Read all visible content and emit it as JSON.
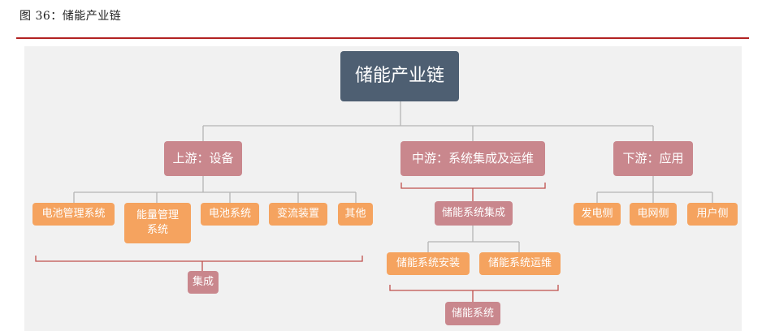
{
  "caption": "图 36：储能产业链",
  "colors": {
    "root": "#4e5f72",
    "category": "#c9878d",
    "leaf": "#f5a35f",
    "connector": "#b5b5b5",
    "bracket": "#c0504d",
    "caption_rule": "#b22222"
  },
  "diagram": {
    "root": "储能产业链",
    "upstream": {
      "title": "上游：设备",
      "items": [
        "电池管理系统",
        "能量管理系统",
        "电池系统",
        "变流装置",
        "其他"
      ],
      "group": "集成"
    },
    "midstream": {
      "title": "中游：系统集成及运维",
      "integration": "储能系统集成",
      "items": [
        "储能系统安装",
        "储能系统运维"
      ],
      "result": "储能系统"
    },
    "downstream": {
      "title": "下游：应用",
      "items": [
        "发电侧",
        "电网侧",
        "用户侧"
      ]
    }
  }
}
